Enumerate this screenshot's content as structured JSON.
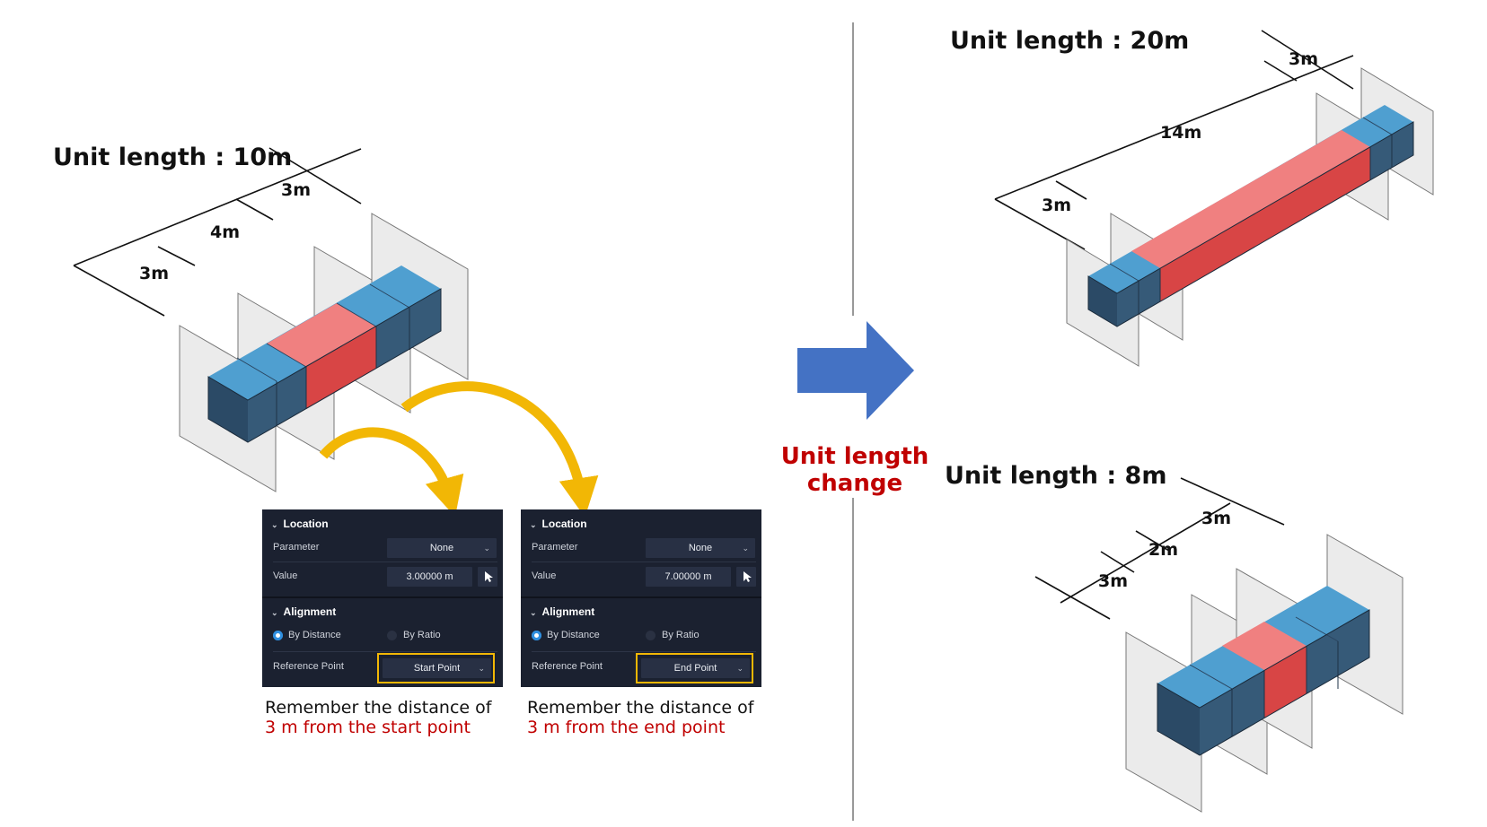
{
  "left": {
    "title": "Unit length : 10m",
    "dims": [
      "3m",
      "4m",
      "3m"
    ]
  },
  "top_right": {
    "title": "Unit length : 20m",
    "dims": [
      "3m",
      "14m",
      "3m"
    ]
  },
  "bottom_right": {
    "title": "Unit length : 8m",
    "dims": [
      "3m",
      "2m",
      "3m"
    ]
  },
  "center_label": [
    "Unit length",
    "change"
  ],
  "panels": [
    {
      "location_label": "Location",
      "parameter_label": "Parameter",
      "parameter_value": "None",
      "value_label": "Value",
      "value": "3.00000 m",
      "alignment_label": "Alignment",
      "by_distance": "By Distance",
      "by_ratio": "By Ratio",
      "reference_point_label": "Reference Point",
      "reference_point_value": "Start Point",
      "caption_line1": "Remember the distance of",
      "caption_line2": "3 m from the start point"
    },
    {
      "location_label": "Location",
      "parameter_label": "Parameter",
      "parameter_value": "None",
      "value_label": "Value",
      "value": "7.00000 m",
      "alignment_label": "Alignment",
      "by_distance": "By Distance",
      "by_ratio": "By Ratio",
      "reference_point_label": "Reference Point",
      "reference_point_value": "End Point",
      "caption_line1": "Remember the distance of",
      "caption_line2": "3 m from the end point"
    }
  ],
  "colors": {
    "blue_top": "#4f9fd0",
    "blue_front": "#2b4a66",
    "blue_side": "#365a78",
    "red_top": "#f08080",
    "red_side": "#d84545",
    "plane": "#ebebeb",
    "arrow_blue": "#4472c4",
    "curve_yellow": "#f2b705",
    "accent_red": "#c00000"
  }
}
